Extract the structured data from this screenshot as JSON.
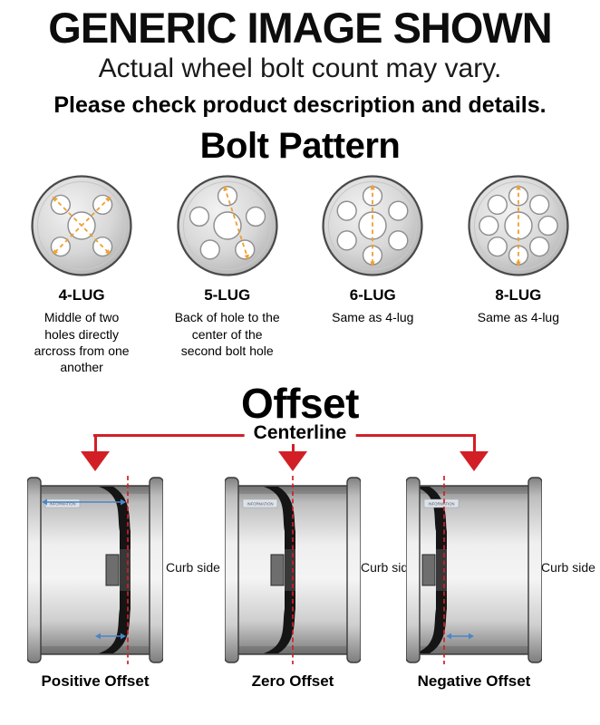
{
  "header": {
    "title": "GENERIC IMAGE SHOWN",
    "subtitle": "Actual wheel bolt count may vary.",
    "note": "Please check product description and details."
  },
  "bolt_pattern": {
    "title": "Bolt Pattern",
    "items": [
      {
        "label": "4-LUG",
        "lugs": 4,
        "description": "Middle of two holes directly arcross from one another"
      },
      {
        "label": "5-LUG",
        "lugs": 5,
        "description": "Back of hole to the center of the second bolt hole"
      },
      {
        "label": "6-LUG",
        "lugs": 6,
        "description": "Same as 4-lug"
      },
      {
        "label": "8-LUG",
        "lugs": 8,
        "description": "Same as 4-lug"
      }
    ]
  },
  "offset": {
    "title": "Offset",
    "centerline_label": "Centerline",
    "curb_side_label": "Curb side",
    "rim_sticker_text": "INFORMATION",
    "items": [
      {
        "label": "Positive Offset",
        "type": "positive"
      },
      {
        "label": "Zero Offset",
        "type": "zero"
      },
      {
        "label": "Negative Offset",
        "type": "negative"
      }
    ]
  },
  "colors": {
    "centerline_red": "#d21f26",
    "measure_orange": "#f0a033",
    "measure_blue": "#4a86c8",
    "text": "#000000",
    "background": "#ffffff"
  }
}
